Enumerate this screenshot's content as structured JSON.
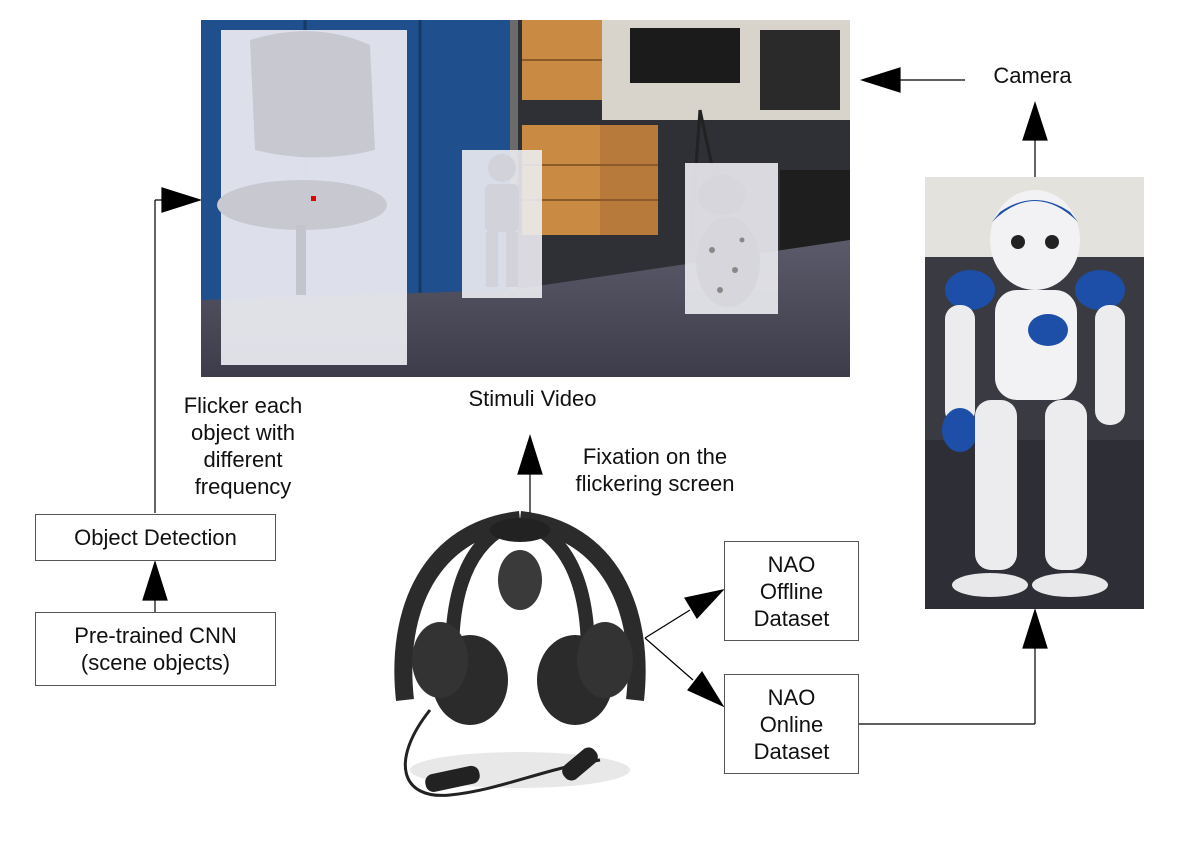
{
  "labels": {
    "camera": "Camera",
    "stimuli_video": "Stimuli Video",
    "flicker": "Flicker each\nobject with\ndifferent\nfrequency",
    "fixation": "Fixation on the\nflickering screen"
  },
  "boxes": {
    "object_detection": "Object Detection",
    "pretrained_cnn": "Pre-trained CNN\n(scene objects)",
    "nao_offline": "NAO\nOffline\nDataset",
    "nao_online": "NAO\nOnline\nDataset"
  },
  "colors": {
    "wall_blue": "#1f4f8c",
    "cabinet_orange": "#c98a44",
    "floor": "#4a4a5a",
    "overlay": "#ececf2",
    "nao_blue": "#1d4fa8",
    "headset": "#2b2b2b"
  }
}
